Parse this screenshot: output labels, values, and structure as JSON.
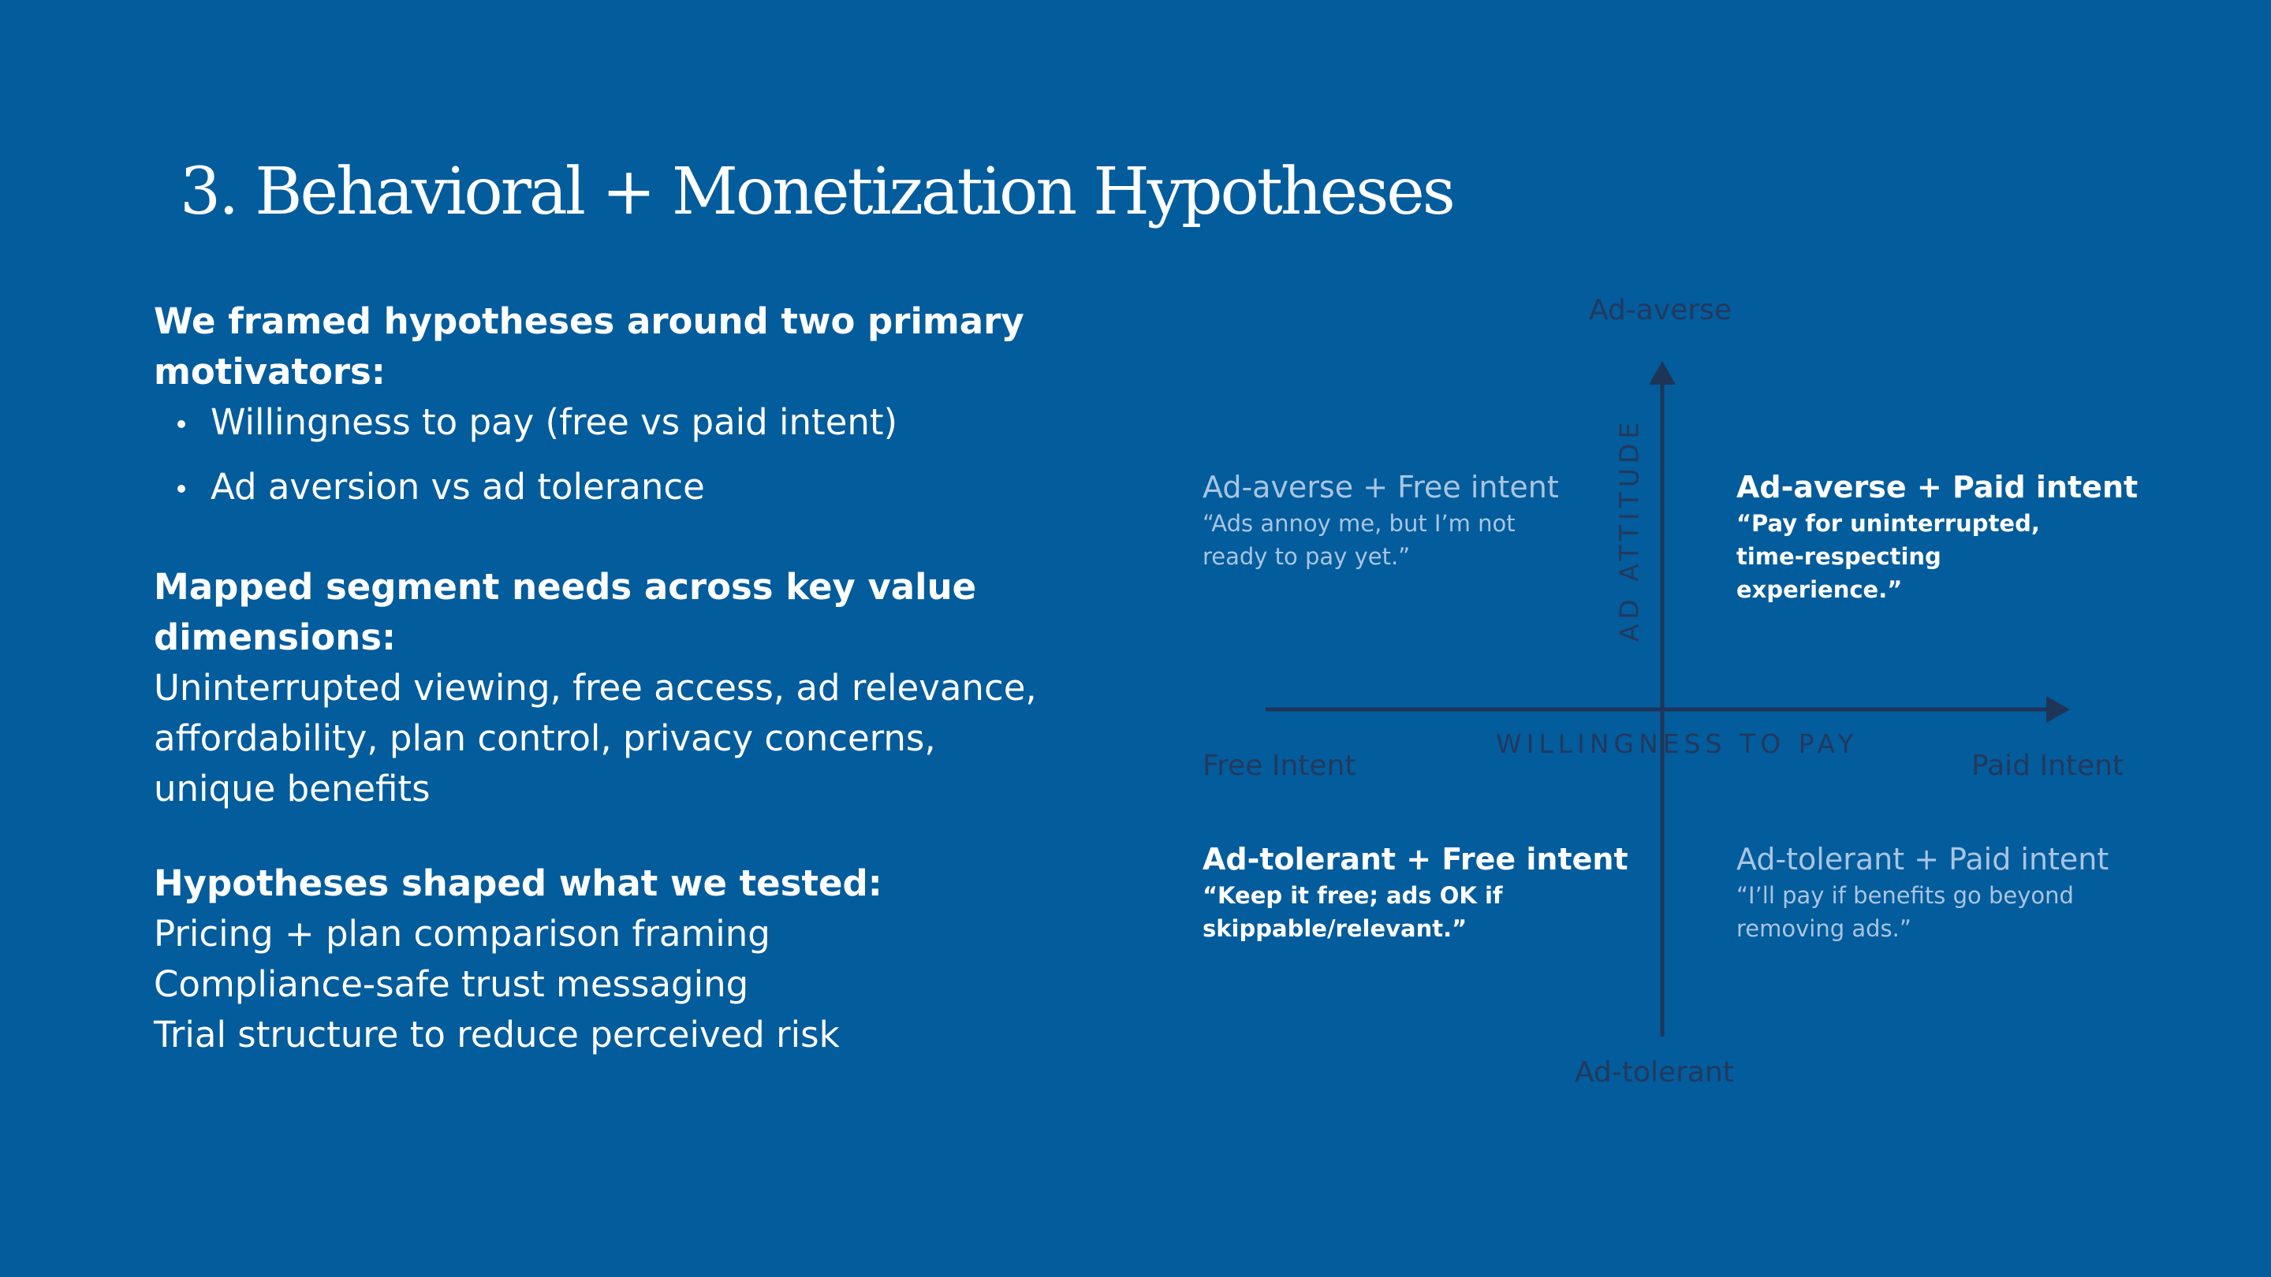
{
  "title": "3.  Behavioral + Monetization Hypotheses",
  "left": {
    "section1": {
      "heading": "We framed hypotheses around two primary motivators:",
      "bullets": [
        "Willingness to pay (free vs paid intent)",
        "Ad aversion vs ad tolerance"
      ]
    },
    "section2": {
      "heading": "Mapped segment needs across key value dimensions:",
      "body": "Uninterrupted viewing, free access, ad relevance, affordability, plan control, privacy concerns, unique benefits"
    },
    "section3": {
      "heading": "Hypotheses shaped what we tested:",
      "lines": [
        "Pricing + plan comparison framing",
        "Compliance-safe trust messaging",
        "Trial structure to reduce perceived risk"
      ]
    }
  },
  "diagram": {
    "top_label": "Ad-averse",
    "bottom_label": "Ad-tolerant",
    "left_label": "Free Intent",
    "right_label": "Paid Intent",
    "y_axis_title": "AD ATTITUDE",
    "x_axis_title": "WILLINGNESS TO PAY",
    "axis_color": "#1f3557",
    "quadrants": {
      "top_left": {
        "title": "Ad-averse + Free intent",
        "quote": "“Ads annoy me, but I’m not ready to pay yet.”"
      },
      "top_right": {
        "title": "Ad-averse + Paid intent",
        "quote": "“Pay for uninterrupted, time-respecting experience.”"
      },
      "bottom_left": {
        "title": "Ad-tolerant + Free intent",
        "quote": "“Keep it free; ads OK if skippable/relevant.”"
      },
      "bottom_right": {
        "title": "Ad-tolerant + Paid intent",
        "quote": "“I’ll pay if benefits go beyond removing ads.”"
      }
    }
  }
}
